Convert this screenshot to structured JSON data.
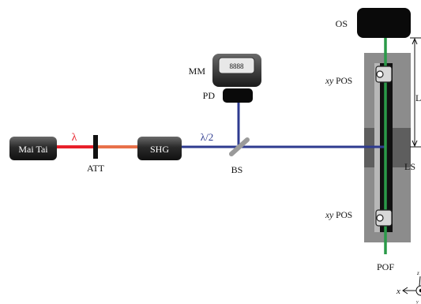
{
  "components": {
    "laser": "Mai Tai",
    "attenuator": "ATT",
    "shg": "SHG",
    "beamsplitter": "BS",
    "photodiode": "PD",
    "multimeter": "MM",
    "multimeter_display": "8888",
    "oscilloscope": "OS",
    "stage_top": "POS",
    "stage_bottom": "POS",
    "stage_prefix": "xy",
    "light_sheet": "LS",
    "length": "L",
    "fiber": "POF"
  },
  "beams": {
    "fundamental": "λ",
    "second_harmonic": "λ/2"
  },
  "axes": {
    "x": "x",
    "y": "y",
    "z": "z"
  },
  "colors": {
    "red_beam": "#e8202a",
    "orange_beam": "#e8704a",
    "blue_beam": "#2e3b8f",
    "green_fiber": "#2a9a48",
    "stage": "#8c8c8c",
    "black": "#111111"
  }
}
